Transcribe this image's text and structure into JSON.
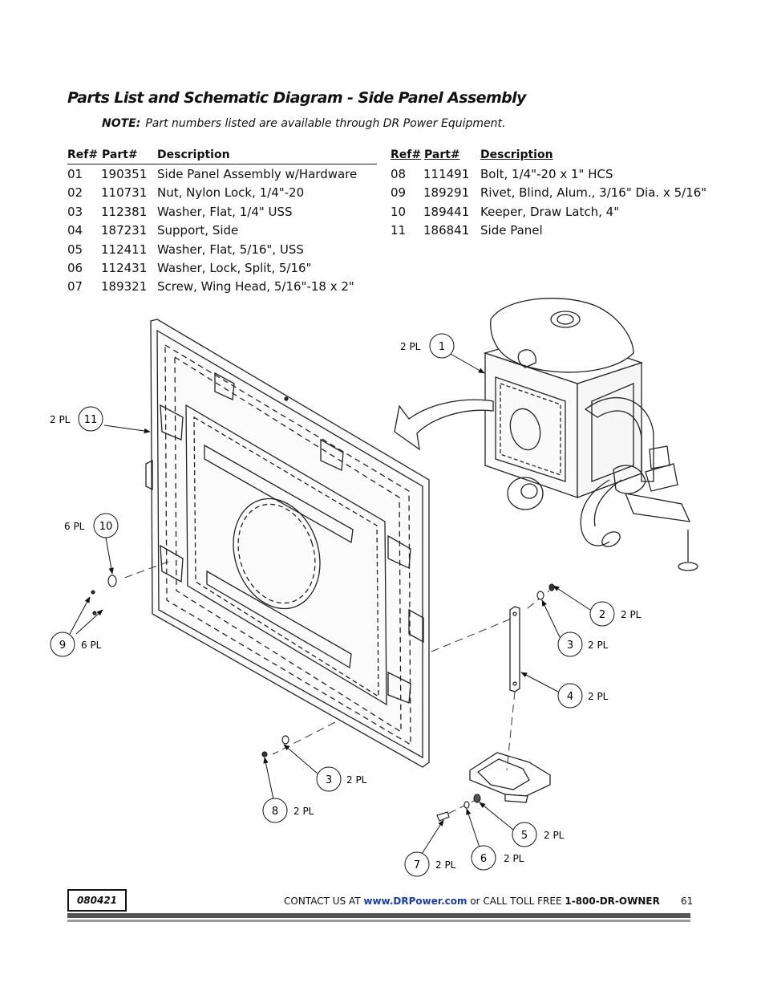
{
  "title": "Parts List and Schematic Diagram - Side Panel Assembly",
  "note": {
    "label": "NOTE:",
    "text": "Part numbers listed are available through DR Power Equipment."
  },
  "columns": {
    "ref": "Ref#",
    "part": "Part#",
    "desc": "Description"
  },
  "parts_left": [
    {
      "ref": "01",
      "part": "190351",
      "desc": "Side Panel Assembly w/Hardware"
    },
    {
      "ref": "02",
      "part": "110731",
      "desc": "Nut, Nylon Lock, 1/4\"-20"
    },
    {
      "ref": "03",
      "part": "112381",
      "desc": "Washer, Flat, 1/4\" USS"
    },
    {
      "ref": "04",
      "part": "187231",
      "desc": "Support, Side"
    },
    {
      "ref": "05",
      "part": "112411",
      "desc": "Washer, Flat, 5/16\", USS"
    },
    {
      "ref": "06",
      "part": "112431",
      "desc": "Washer, Lock, Split, 5/16\""
    },
    {
      "ref": "07",
      "part": "189321",
      "desc": "Screw, Wing Head, 5/16\"-18 x 2\""
    }
  ],
  "parts_right": [
    {
      "ref": "08",
      "part": "111491",
      "desc": "Bolt, 1/4\"-20 x 1\" HCS"
    },
    {
      "ref": "09",
      "part": "189291",
      "desc": "Rivet, Blind, Alum., 3/16\" Dia. x 5/16\""
    },
    {
      "ref": "10",
      "part": "189441",
      "desc": "Keeper, Draw Latch, 4\""
    },
    {
      "ref": "11",
      "part": "186841",
      "desc": "Side Panel"
    }
  ],
  "callouts": [
    {
      "num": "1",
      "qty": "2 PL"
    },
    {
      "num": "11",
      "qty": "2 PL"
    },
    {
      "num": "10",
      "qty": "6 PL"
    },
    {
      "num": "9",
      "qty": "6 PL"
    },
    {
      "num": "2",
      "qty": "2 PL"
    },
    {
      "num": "3",
      "qty": "2 PL"
    },
    {
      "num": "4",
      "qty": "2 PL"
    },
    {
      "num": "3",
      "qty": "2 PL"
    },
    {
      "num": "8",
      "qty": "2 PL"
    },
    {
      "num": "5",
      "qty": "2 PL"
    },
    {
      "num": "6",
      "qty": "2 PL"
    },
    {
      "num": "7",
      "qty": "2 PL"
    }
  ],
  "footer": {
    "code": "080421",
    "contact_prefix": "CONTACT US AT ",
    "website": "www.DRPower.com",
    "contact_mid": " or CALL TOLL FREE ",
    "phone": "1-800-DR-OWNER",
    "page": "61"
  }
}
